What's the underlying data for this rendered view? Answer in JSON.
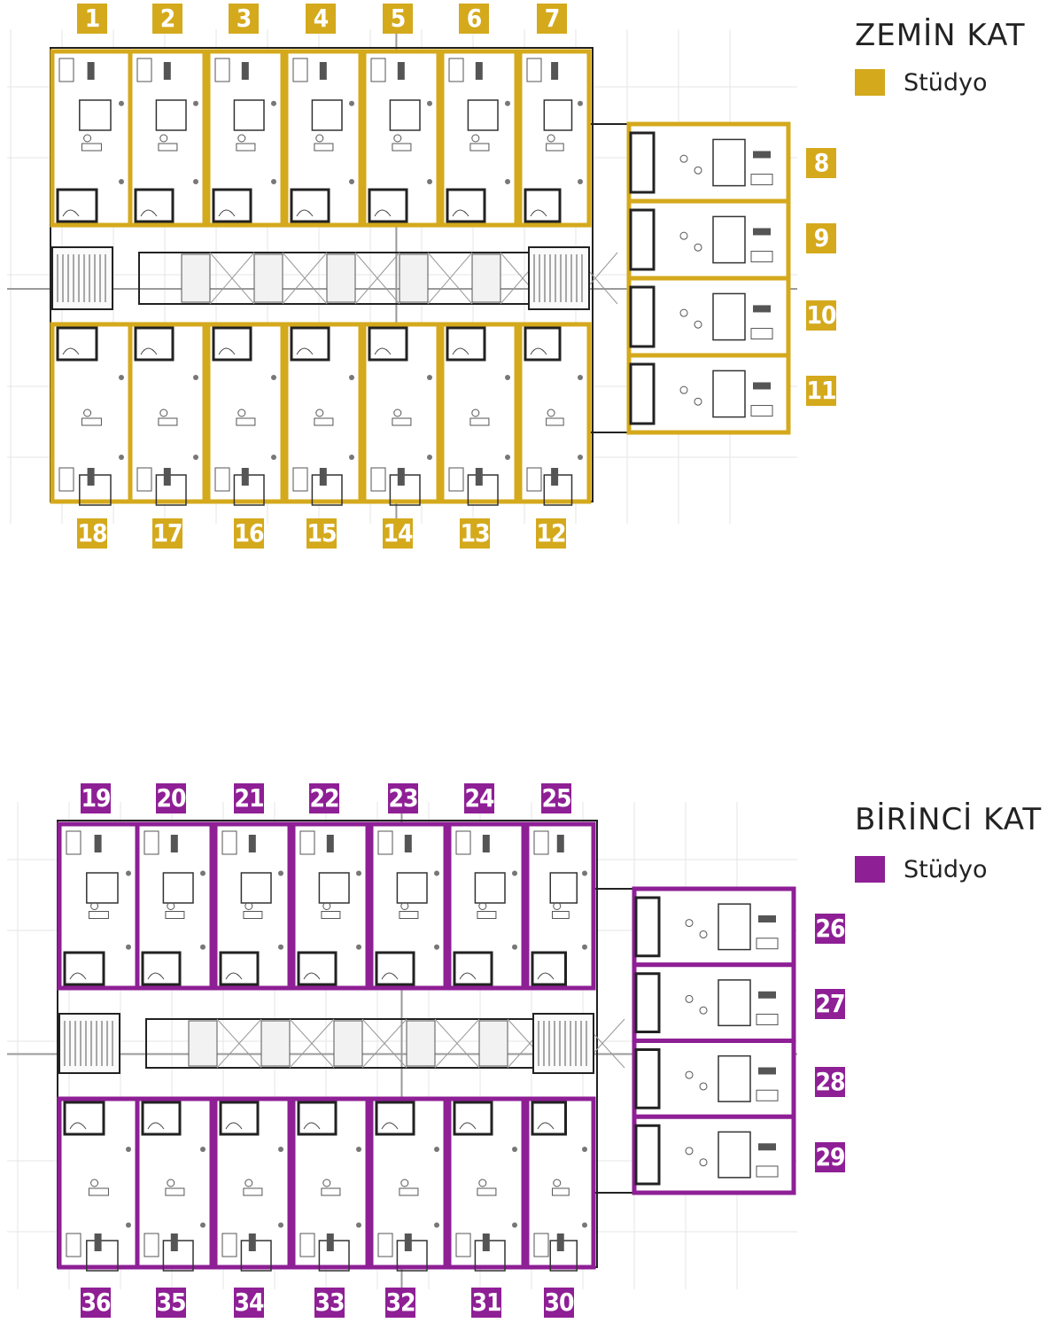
{
  "floors": [
    {
      "title": "ZEMİN KAT",
      "legend_label": "Stüdyo",
      "color": "#d4a91c",
      "top_units": [
        "1",
        "2",
        "3",
        "4",
        "5",
        "6",
        "7"
      ],
      "right_units": [
        "8",
        "9",
        "10",
        "11"
      ],
      "bottom_units": [
        "18",
        "17",
        "16",
        "15",
        "14",
        "13",
        "12"
      ]
    },
    {
      "title": "BİRİNCİ KAT",
      "legend_label": "Stüdyo",
      "color": "#8e1f95",
      "top_units": [
        "19",
        "20",
        "21",
        "22",
        "23",
        "24",
        "25"
      ],
      "right_units": [
        "26",
        "27",
        "28",
        "29"
      ],
      "bottom_units": [
        "36",
        "35",
        "34",
        "33",
        "32",
        "31",
        "30"
      ]
    }
  ]
}
